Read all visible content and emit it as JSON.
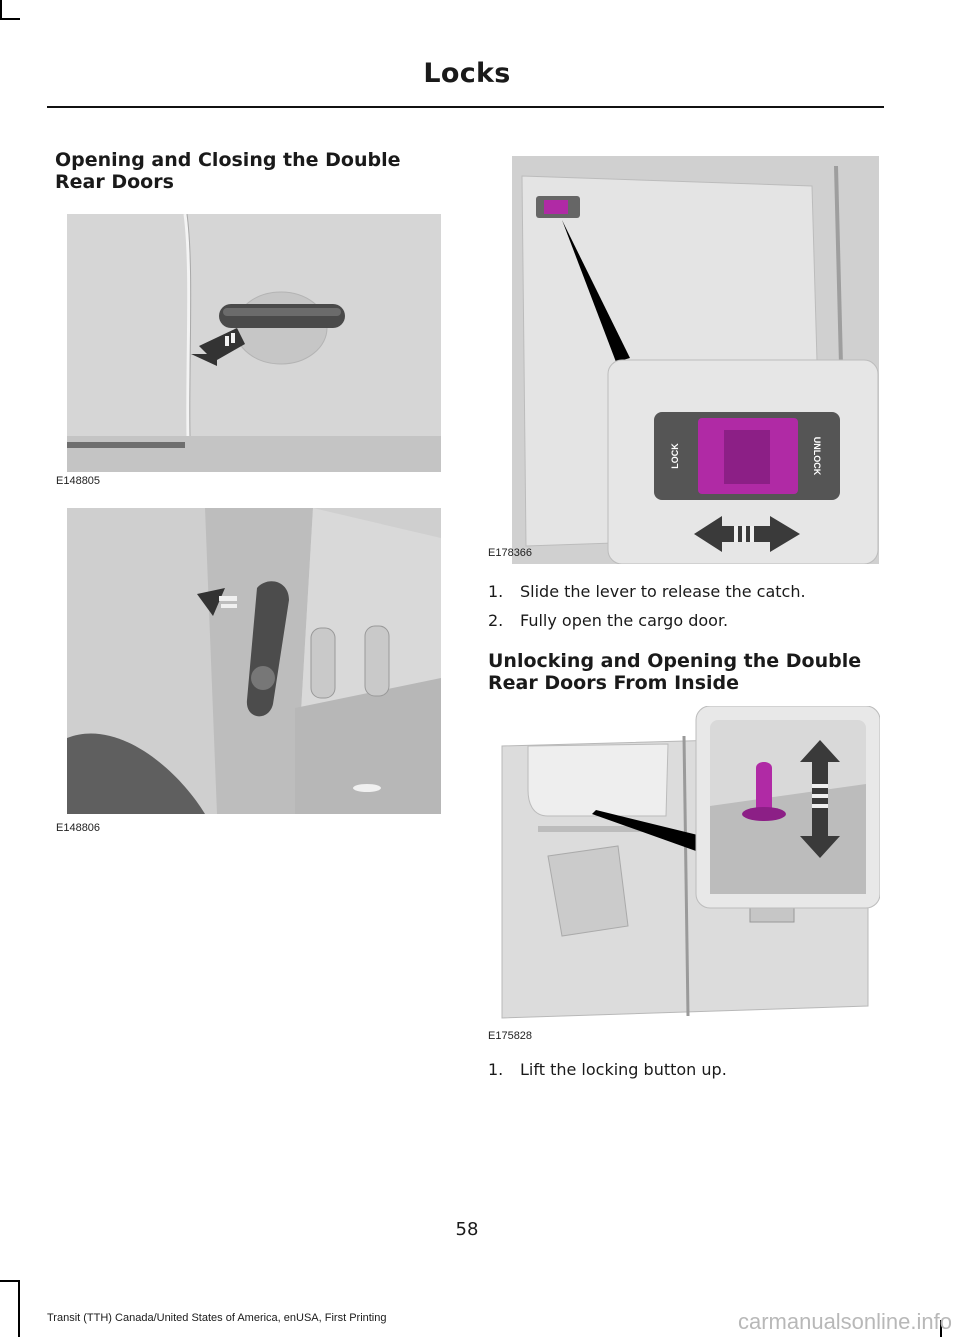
{
  "header": {
    "title": "Locks"
  },
  "sections": [
    {
      "heading": "Opening and Closing the Double\nRear Doors"
    },
    {
      "heading": "Unlocking and Opening the Double\nRear Doors From Inside"
    }
  ],
  "figures": {
    "exterior_handle": {
      "code": "E148805"
    },
    "interior_lever": {
      "code": "E148806"
    },
    "cargo_catch": {
      "code": "E178366",
      "lock_label": "LOCK",
      "unlock_label": "UNLOCK"
    },
    "locking_button": {
      "code": "E175828"
    }
  },
  "steps_catch": [
    {
      "num": "1.",
      "text": "Slide the lever to release the catch."
    },
    {
      "num": "2.",
      "text": "Fully open the cargo door."
    }
  ],
  "steps_inside": [
    {
      "num": "1.",
      "text": "Lift the locking button up."
    }
  ],
  "page_number": "58",
  "footer": {
    "text": "Transit (TTH) Canada/United States of America, enUSA, First Printing"
  },
  "watermark": {
    "text": "carmanualsonline.info"
  },
  "colors": {
    "highlight": "#b02aa5",
    "figure_bg": "#d3d3d3"
  }
}
